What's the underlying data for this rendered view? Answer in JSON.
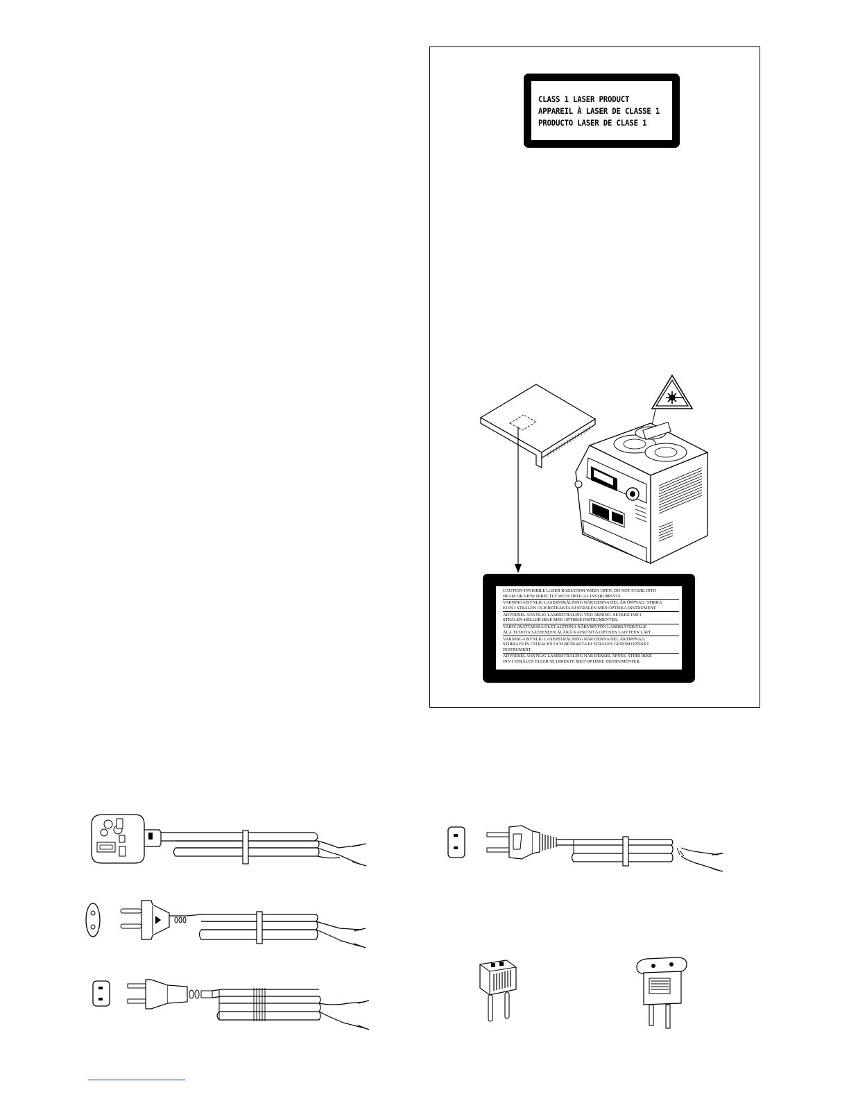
{
  "class1_label": {
    "lines": [
      "CLASS 1 LASER PRODUCT",
      "APPAREIL À LASER DE CLASSE 1",
      "PRODUCTO LASER DE CLASE 1"
    ]
  },
  "warning_label": {
    "groups": [
      [
        "CAUTION-INVISIBLE LASER RADIATION WHEN OPEN. DO NOT STARE INTO",
        "BEAM OR VIEW DIRECTLY WITH OPTICAL INSTRUMENTS."
      ],
      [
        "VARNING-OSYNLIG LASERSTRÅLNING NÄR DENNA DEL ÄR ÖPPNAD. STIRRA",
        "EJ IN I STRÅLEN OCH BETRAKTA EJ STRÅLEN MED OPTISKA INSTRUMENT."
      ],
      [
        "ADVERSEL-USYNLIG LASERSTRÅLING VED ÅBNING. SE IKKE IND I",
        "STRÅLEN-HELLER IKKE MED OPTISKE INSTRUMENTER."
      ],
      [
        "VARO! AVATTAESSA OLET ALTTIINA NÄKYMÄTÖN LASERSÄTEILYLLE",
        "ÄLÄ TUIJOTA SÄTEESEEN ÄLÄKÄ KATSO SITÄ OPTISEN LAITTEEN LÄPI."
      ],
      [
        "VARNING-OSYNLIG LASERSTRÅLNING NÄR DENNA DEL ÄR ÖPPNAD.",
        "STIRRA EJ IN I STRÅLEN OCH BETRAKTA EJ STRÅLEN GENOM OPTISKT",
        "INSTRUMENT"
      ],
      [
        "ADVERSEL-USYNLIG LASERSTRÅLING NÅR DEKSEL ÅPNES. STIRR IKKE",
        "INN I STRÅLEN ELLER SE DIREKTE MED OPTISKE INSTRUMENTER."
      ]
    ]
  },
  "icons": {
    "laser_warning": "laser-hazard-triangle-icon",
    "cabinet_cover": "cabinet-cover-illustration",
    "stereo_unit": "mini-stereo-system-illustration",
    "cords": [
      "uk-plug-cord",
      "euro-plug-cord",
      "us-plug-cord-polarized",
      "us-plug-cord"
    ],
    "adaptors": [
      "euro-plug-adaptor",
      "us-plug-adaptor"
    ]
  }
}
